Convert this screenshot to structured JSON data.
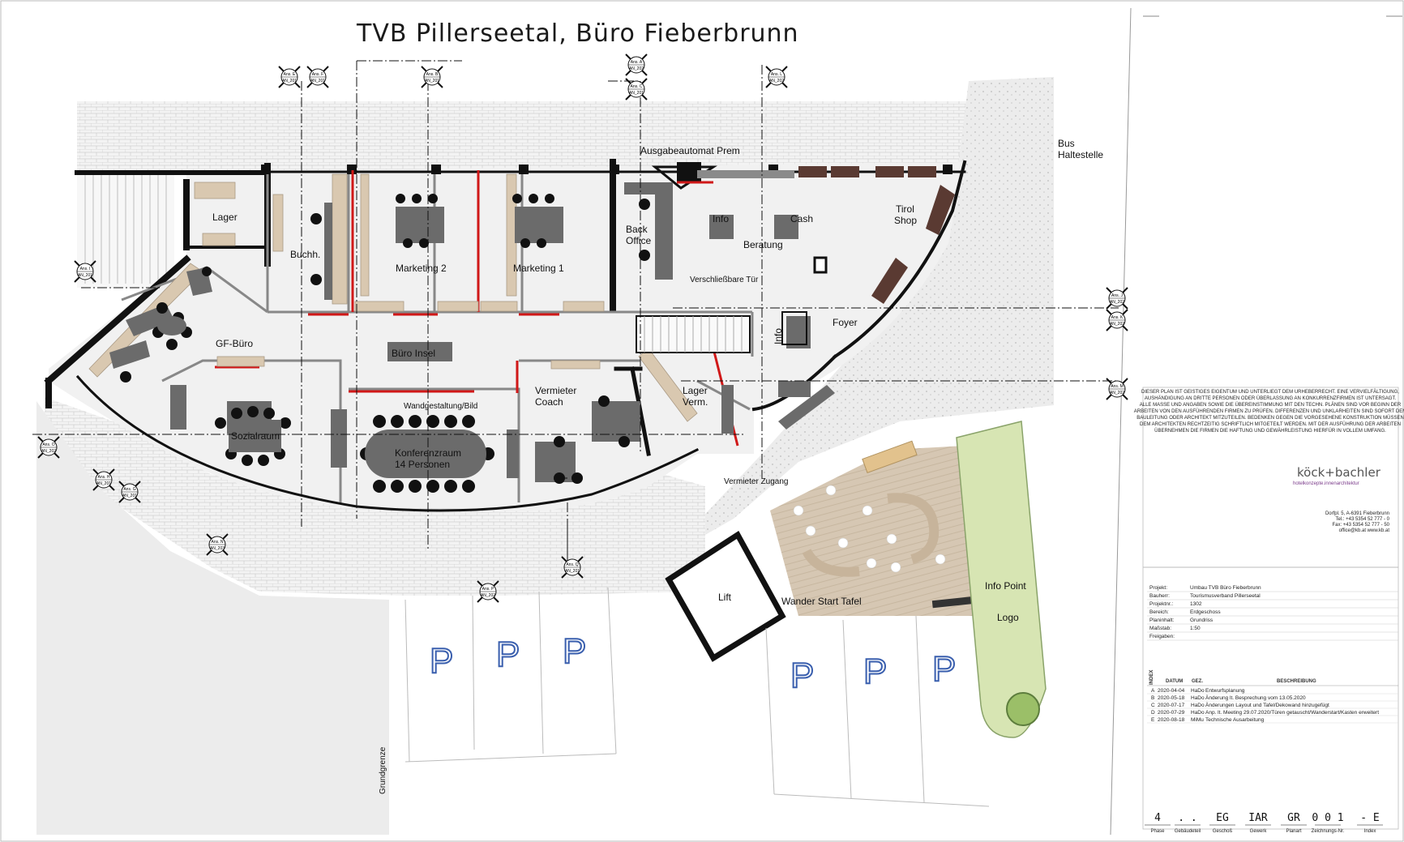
{
  "title": "TVB Pillerseetal, Büro Fieberbrunn",
  "rooms": {
    "lager": "Lager",
    "buchh": "Buchh.",
    "marketing2": "Marketing 2",
    "marketing1": "Marketing 1",
    "backoffice1": "Back",
    "backoffice2": "Office",
    "info": "Info",
    "cash": "Cash",
    "beratung": "Beratung",
    "tirol1": "Tirol",
    "tirol2": "Shop",
    "ausgabe": "Ausgabeautomat Prem",
    "verschliess": "Verschließbare Tür",
    "foyer": "Foyer",
    "info_vertical": "Info",
    "gfbuero": "GF-Büro",
    "bueroinsel": "Büro Insel",
    "sozialraum": "Sozialraum",
    "wandgestaltung": "Wandgestaltung/Bild",
    "konferenz1": "Konferenzraum",
    "konferenz2": "14 Personen",
    "vermieter1": "Vermieter",
    "vermieter2": "Coach",
    "lagerverm1": "Lager",
    "lagerverm2": "Verm.",
    "vermieterzugang": "Vermieter Zugang",
    "lift": "Lift",
    "wanderstart": "Wander Start Tafel",
    "infopoint": "Info Point",
    "logo": "Logo",
    "bus1": "Bus",
    "bus2": "Haltestelle",
    "grundgrenze": "Grundgrenze",
    "parking": "P"
  },
  "section_markers": [
    {
      "id": "Ans. E",
      "ref": "AN_201"
    },
    {
      "id": "Ans. F",
      "ref": "AN_201"
    },
    {
      "id": "Ans. B",
      "ref": "AN_201"
    },
    {
      "id": "Ans. A",
      "ref": "AN_202"
    },
    {
      "id": "Ans. C",
      "ref": "AN_201"
    },
    {
      "id": "Ans. L",
      "ref": "AN_202"
    },
    {
      "id": "Ans. I",
      "ref": "AN_201"
    },
    {
      "id": "Ans. J",
      "ref": "AN_202"
    },
    {
      "id": "Ans. K",
      "ref": "AN_202"
    },
    {
      "id": "Ans. M",
      "ref": "AN_202"
    },
    {
      "id": "Ans. O",
      "ref": "AN_202"
    },
    {
      "id": "Ans. H",
      "ref": "AN_201"
    },
    {
      "id": "Ans. G",
      "ref": "AN_201"
    },
    {
      "id": "Ans. N",
      "ref": "AN_203"
    },
    {
      "id": "Ans. P",
      "ref": "AN_202"
    },
    {
      "id": "Ans. Q",
      "ref": "AN_201"
    }
  ],
  "notice": [
    "DIESER PLAN IST GEISTIGES EIGENTUM UND UNTERLIEGT DEM URHEBERRECHT. EINE VERVIELFÄLTIGUNG,",
    "AUSHÄNDIGUNG AN DRITTE PERSONEN ODER ÜBERLASSUNG AN KONKURRENZFIRMEN IST UNTERSAGT.",
    "ALLE MASSE UND ANGABEN SOWIE DIE ÜBEREINSTIMMUNG MIT DEN TECHN. PLÄNEN SIND VOR BEGINN DER",
    "ARBEITEN VON DEN AUSFÜHRENDEN FIRMEN ZU PRÜFEN. DIFFERENZEN UND UNKLARHEITEN SIND SOFORT DEM",
    "BAULEITUNG ODER ARCHITEKT MITZUTEILEN. BEDENKEN GEGEN DIE VORGESEHENE KONSTRUKTION MÜSSEN",
    "DEM ARCHITEKTEN RECHTZEITIG SCHRIFTLICH MITGETEILT WERDEN. MIT DER AUSFÜHRUNG DER ARBEITEN",
    "ÜBERNEHMEN DIE FIRMEN DIE HAFTUNG UND GEWÄHRLEISTUNG HIERFÜR IN VOLLEM UMFANG."
  ],
  "logo": {
    "name": "köck+bachler",
    "sub": "hotelkonzepte.innenarchitektur"
  },
  "address": [
    "Dorfpl. 5, A-6391 Fieberbrunn",
    "Tel.: +43 5354 52 777 - 0",
    "Fax: +43 5354 52 777 - 50",
    "office@kb.at   www.kb.at"
  ],
  "project_info": [
    {
      "key": "Projekt:",
      "value": "Umbau TVB Büro Fieberbrunn"
    },
    {
      "key": "Bauherr:",
      "value": "Tourismusverband Pillerseetal"
    },
    {
      "key": "Projektnr.:",
      "value": "1302"
    },
    {
      "key": "Bereich:",
      "value": "Erdgeschoss"
    },
    {
      "key": "Planinhalt:",
      "value": "Grundriss"
    },
    {
      "key": "Maßstab:",
      "value": "1:50"
    },
    {
      "key": "Freigaben:",
      "value": ""
    }
  ],
  "revision_header": {
    "index": "INDEX",
    "date": "DATUM",
    "by": "GEZ.",
    "desc": "BESCHREIBUNG"
  },
  "revisions": [
    {
      "index": "A",
      "date": "2020-04-04",
      "by": "HaDo",
      "desc": "Entwurfsplanung"
    },
    {
      "index": "B",
      "date": "2020-05-18",
      "by": "HaDo",
      "desc": "Änderung lt. Besprechung vom 13.05.2020"
    },
    {
      "index": "C",
      "date": "2020-07-17",
      "by": "HaDo",
      "desc": "Änderungen Layout und Tafel/Dekowand hinzugefügt"
    },
    {
      "index": "D",
      "date": "2020-07-29",
      "by": "HaDo",
      "desc": "Anp. lt. Meeting 29.07.2020/Türen getauscht/Wanderstart/Kasten erweitert"
    },
    {
      "index": "E",
      "date": "2020-08-18",
      "by": "MiMu",
      "desc": "Technische Ausarbeitung"
    }
  ],
  "plan_code": {
    "fields": [
      "4",
      ". .",
      "EG",
      "IAR",
      "GR",
      "0 0 1",
      "- E"
    ],
    "labels": [
      "Phase",
      "Gebäudeteil",
      "Geschoß",
      "Gewerk",
      "Planart",
      "Zeichnungs-Nr.",
      "Index"
    ]
  },
  "colors": {
    "wall": "#111111",
    "red": "#d01818",
    "paving": "#e6e6e6",
    "deck": "#d6c7b3",
    "grass": "#d7e5b3",
    "parkP": "#3a5fae",
    "furniture": "#6b6b6b",
    "shelf": "#d9c8b0",
    "brown": "#5a3a32"
  }
}
